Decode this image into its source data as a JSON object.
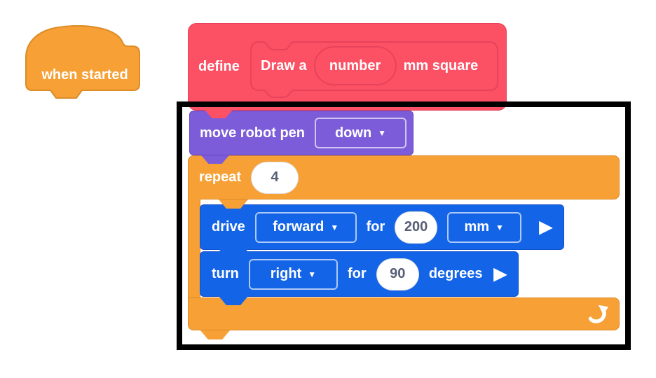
{
  "blocks": {
    "when_started": {
      "label": "when started"
    },
    "define": {
      "keyword": "define",
      "proto_prefix": "Draw a",
      "param": "number",
      "proto_suffix": "mm square"
    },
    "move_pen": {
      "label": "move robot pen",
      "dropdown_value": "down"
    },
    "repeat_loop": {
      "label": "repeat",
      "count": "4"
    },
    "drive": {
      "label": "drive",
      "direction": "forward",
      "for_label": "for",
      "distance": "200",
      "unit": "mm"
    },
    "turn": {
      "label": "turn",
      "direction": "right",
      "for_label": "for",
      "angle": "90",
      "degrees_label": "degrees"
    }
  },
  "icons": {
    "dropdown_arrow": "▼",
    "play": "▶"
  },
  "colors": {
    "orange": "#F6A036",
    "orange_border": "#DD8C26",
    "red": "#FC5064",
    "red_border": "#E8435C",
    "purple": "#7C5CD8",
    "purple_border": "#6847C4",
    "blue": "#1464E8",
    "blue_border": "#1251CC",
    "oval_text": "#575E75",
    "frame": "#000000"
  }
}
